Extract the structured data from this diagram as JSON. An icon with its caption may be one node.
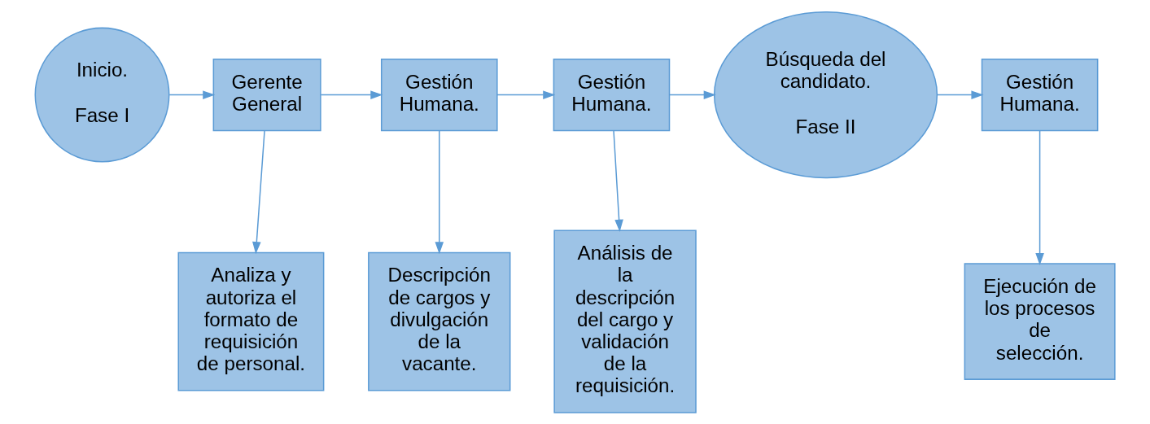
{
  "diagram": {
    "nodes": [
      {
        "text": [
          "Inicio.",
          "Fase I"
        ]
      },
      {
        "text": [
          "Gerente General"
        ]
      },
      {
        "text": [
          "Gestión Humana."
        ]
      },
      {
        "text": [
          "Gestión Humana."
        ]
      },
      {
        "text": [
          "Búsqueda del candidato.",
          "Fase II"
        ]
      },
      {
        "text": [
          "Gestión Humana."
        ]
      },
      {
        "text": [
          "Analiza y autoriza el formato de requisición de personal."
        ]
      },
      {
        "text": [
          "Descripción de cargos y divulgación de la vacante."
        ]
      },
      {
        "text": [
          "Análisis de la descripción del cargo y validación de la requisición."
        ]
      },
      {
        "text": [
          "Ejecución de los procesos de selección."
        ]
      }
    ],
    "edges": [
      {
        "from": 0,
        "to": 1,
        "arrow": "to"
      },
      {
        "from": 1,
        "to": 2,
        "arrow": "to"
      },
      {
        "from": 2,
        "to": 3,
        "arrow": "to"
      },
      {
        "from": 3,
        "to": 4,
        "arrow": "to"
      },
      {
        "from": 4,
        "to": 5,
        "arrow": "to"
      },
      {
        "from": 1,
        "to": 6,
        "arrow": "to"
      },
      {
        "from": 2,
        "to": 7,
        "arrow": "to"
      },
      {
        "from": 3,
        "to": 8,
        "arrow": "to"
      },
      {
        "from": 5,
        "to": 9,
        "arrow": "to"
      }
    ]
  }
}
